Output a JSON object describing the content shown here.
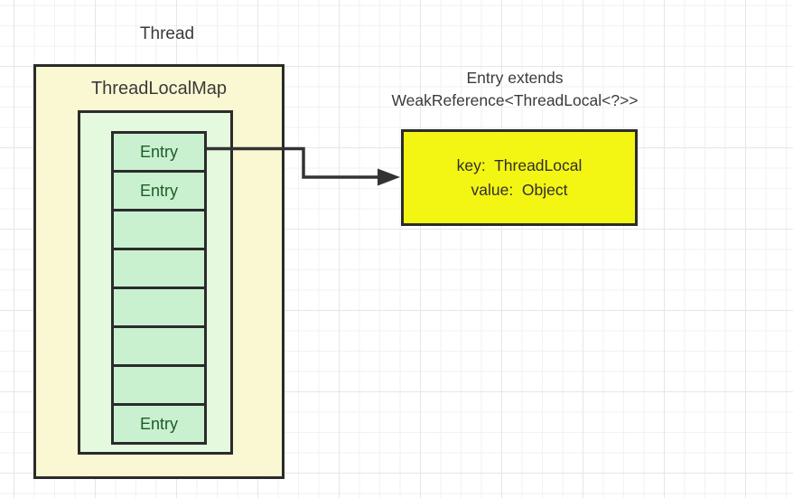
{
  "labels": {
    "thread": "Thread"
  },
  "thread_local_map": {
    "title": "ThreadLocalMap",
    "entries": [
      {
        "label": "Entry"
      },
      {
        "label": "Entry"
      },
      {
        "label": ""
      },
      {
        "label": ""
      },
      {
        "label": ""
      },
      {
        "label": ""
      },
      {
        "label": ""
      },
      {
        "label": "Entry"
      }
    ]
  },
  "entry_note": {
    "line1": "Entry extends",
    "line2": "WeakReference<ThreadLocal<?>>"
  },
  "entry_detail": {
    "key_line": "key:  ThreadLocal",
    "value_line": "value:  Object"
  },
  "colors": {
    "canvas_bg": "#ffffff",
    "grid_minor": "#f2f2f0",
    "grid_major": "#e6e6e4",
    "outer_fill": "#faf8d2",
    "inner_fill": "#e4f9de",
    "cell_fill": "#c9f1d0",
    "entry_text": "#1e5c28",
    "detail_fill": "#f3f513",
    "border": "#2b2b2b",
    "text": "#3a3a3a",
    "arrow": "#333333"
  }
}
